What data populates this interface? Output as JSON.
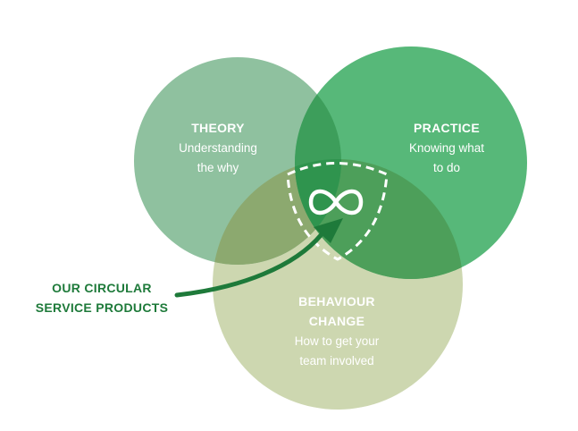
{
  "colors": {
    "theory_circle": "#8fc19f",
    "practice_circle": "#57b879",
    "behaviour_circle": "#cdd7b0",
    "theory_practice_overlap": "#3d9e5b",
    "theory_behaviour_overlap": "#8ca96f",
    "practice_behaviour_overlap": "#4d9f5a",
    "center_overlap": "#2f944e",
    "callout_text": "#1e7a3a",
    "arrow": "#1e7a3a"
  },
  "circles": {
    "theory": {
      "title": "THEORY",
      "line1": "Understanding",
      "line2": "the why"
    },
    "practice": {
      "title": "PRACTICE",
      "line1": "Knowing what",
      "line2": "to do"
    },
    "behaviour": {
      "title_line1": "BEHAVIOUR",
      "title_line2": "CHANGE",
      "line1": "How to get your",
      "line2": "team involved"
    }
  },
  "center": {
    "icon": "infinity-icon"
  },
  "callout": {
    "line1": "OUR CIRCULAR",
    "line2": "SERVICE PRODUCTS"
  }
}
